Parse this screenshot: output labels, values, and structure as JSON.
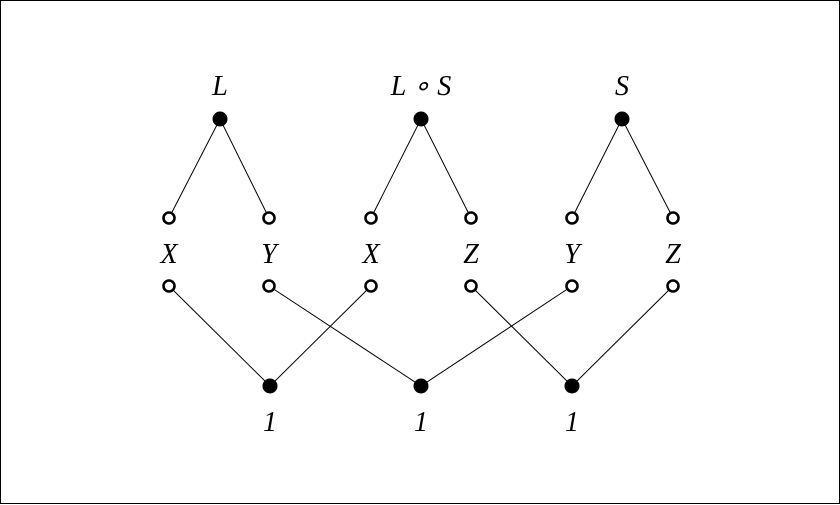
{
  "diagram": {
    "top_nodes": [
      {
        "id": "t1",
        "label": "L"
      },
      {
        "id": "t2",
        "label": "L ∘ S"
      },
      {
        "id": "t3",
        "label": "S"
      }
    ],
    "middle_nodes": [
      {
        "id": "m1",
        "label": "X",
        "parent": "t1",
        "child": "b1"
      },
      {
        "id": "m2",
        "label": "Y",
        "parent": "t1",
        "child": "b2"
      },
      {
        "id": "m3",
        "label": "X",
        "parent": "t2",
        "child": "b1"
      },
      {
        "id": "m4",
        "label": "Z",
        "parent": "t2",
        "child": "b3"
      },
      {
        "id": "m5",
        "label": "Y",
        "parent": "t3",
        "child": "b2"
      },
      {
        "id": "m6",
        "label": "Z",
        "parent": "t3",
        "child": "b3"
      }
    ],
    "bottom_nodes": [
      {
        "id": "b1",
        "label": "1"
      },
      {
        "id": "b2",
        "label": "1"
      },
      {
        "id": "b3",
        "label": "1"
      }
    ]
  }
}
